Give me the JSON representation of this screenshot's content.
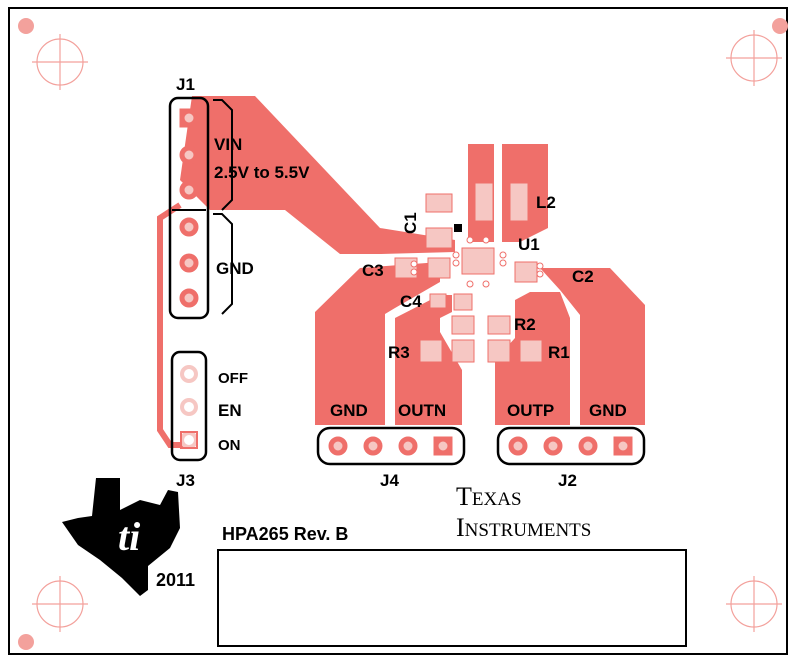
{
  "colors": {
    "copper": "#ef6f6a",
    "pad": "#f6c7c3",
    "silk": "#000000",
    "board_outline": "#000000",
    "mount_hole": "#f3a19c"
  },
  "board": {
    "connectors": {
      "j1": {
        "ref": "J1",
        "vin_label": "VIN",
        "vin_range": "2.5V to 5.5V",
        "gnd_label": "GND"
      },
      "j3": {
        "ref": "J3",
        "off_label": "OFF",
        "en_label": "EN",
        "on_label": "ON"
      },
      "j4": {
        "ref": "J4",
        "gnd_label": "GND",
        "outn_label": "OUTN"
      },
      "j2": {
        "ref": "J2",
        "outp_label": "OUTP",
        "gnd_label": "GND"
      }
    },
    "components": {
      "c1": "C1",
      "c2": "C2",
      "c3": "C3",
      "c4": "C4",
      "l2": "L2",
      "u1": "U1",
      "r1": "R1",
      "r2": "R2",
      "r3": "R3"
    },
    "logo": {
      "line1_cap": "T",
      "line1_rest": "EXAS",
      "line2_cap": "I",
      "line2_rest": "NSTRUMENTS",
      "icon": "ti-texas-logo-icon"
    },
    "board_name": "HPA265 Rev. B",
    "year": "2011"
  }
}
